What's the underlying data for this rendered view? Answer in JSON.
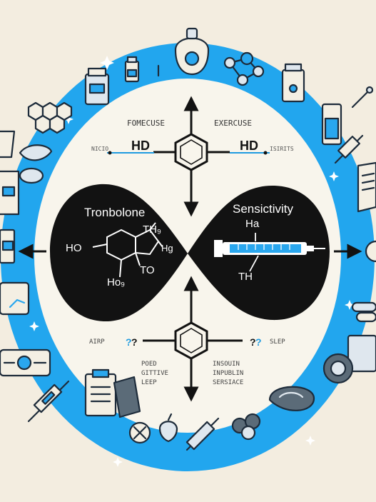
{
  "colors": {
    "background": "#f3ede0",
    "ring": "#22a6ee",
    "inner": "#f8f5ec",
    "lobe": "#121212",
    "icon_stroke": "#1d2b3a",
    "icon_fill_light": "#dfe7ee",
    "accent_blue": "#1f9be0"
  },
  "center": {
    "left_lobe": {
      "title": "Tronbolone",
      "label_th": "TH₉",
      "label_ho": "HO",
      "label_hg": "Hg",
      "label_to": "TO",
      "label_hog": "Ho₉"
    },
    "right_lobe": {
      "title": "Sensictivity",
      "label_ha": "Ha",
      "label_th": "TH"
    }
  },
  "top_labels": {
    "left": "FOMECUSE",
    "right": "EXERCUSE",
    "hd_left": "HD",
    "hd_right": "HD",
    "small_left": "NICIO",
    "small_right": "ISIRITS"
  },
  "bottom_labels": {
    "left_marker": "AIRP",
    "right_marker": "SLEP",
    "left_block": [
      "POED",
      "GITTIVE",
      "LEEP"
    ],
    "right_block": [
      "INSOUIN",
      "INPUBLIN",
      "SERSIACE"
    ]
  },
  "icons": [
    "hormone-shield-icon",
    "capsule-bottle-icon",
    "vial-icon",
    "molecule-icon",
    "honeycomb-icon",
    "medicine-bottle-icon",
    "test-tube-icon",
    "leaf-icon",
    "book-icon",
    "brain-icon",
    "syringe-icon",
    "clipboard-icon",
    "monitor-icon",
    "apple-icon",
    "pill-icon",
    "no-sign-icon",
    "scale-icon",
    "document-icon"
  ]
}
